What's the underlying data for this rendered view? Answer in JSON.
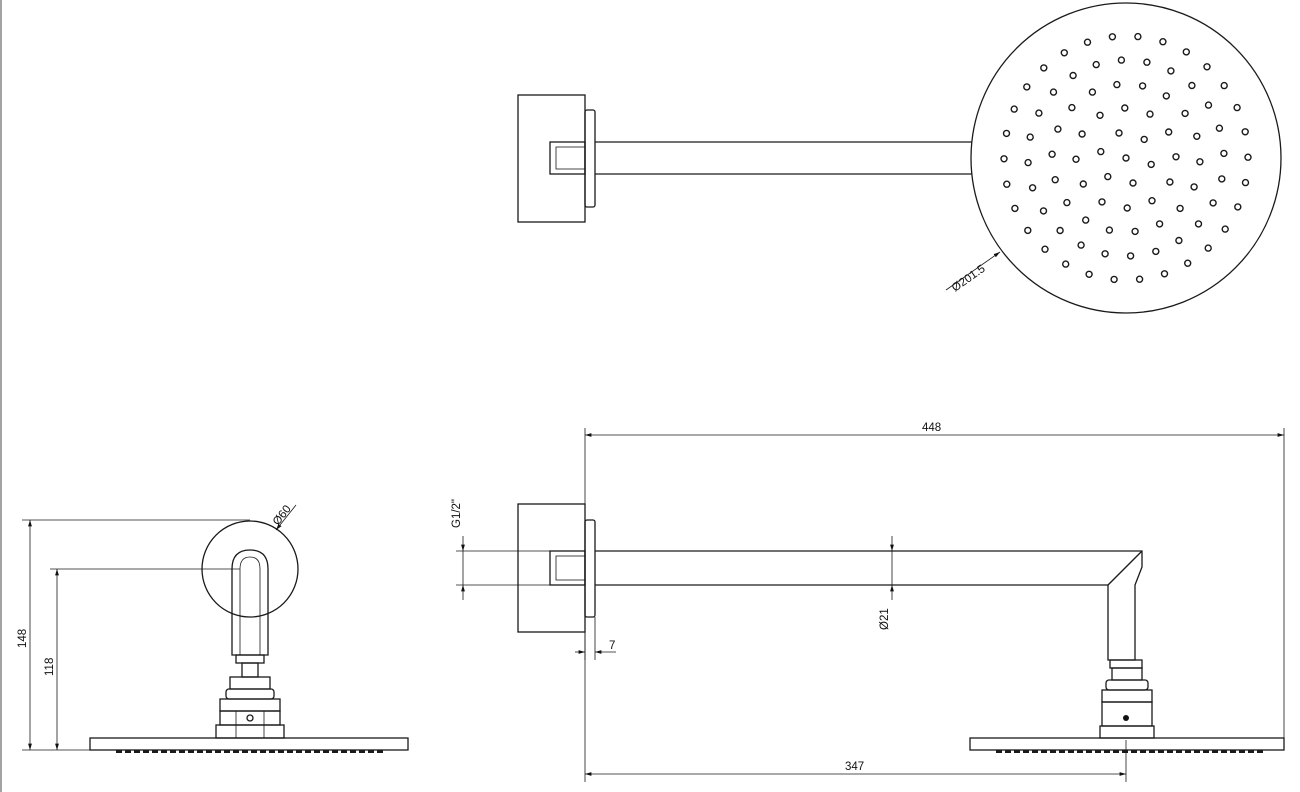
{
  "colors": {
    "line": "#1a1a1a",
    "background": "#ffffff"
  },
  "dimensions": {
    "head_diameter": "Ø201.5",
    "flange_diameter": "Ø60",
    "total_height": "148",
    "arm_height": "118",
    "thread": "G1/2\"",
    "total_length": "448",
    "arm_diameter": "Ø21",
    "flange_thickness": "7",
    "center_distance": "347"
  }
}
